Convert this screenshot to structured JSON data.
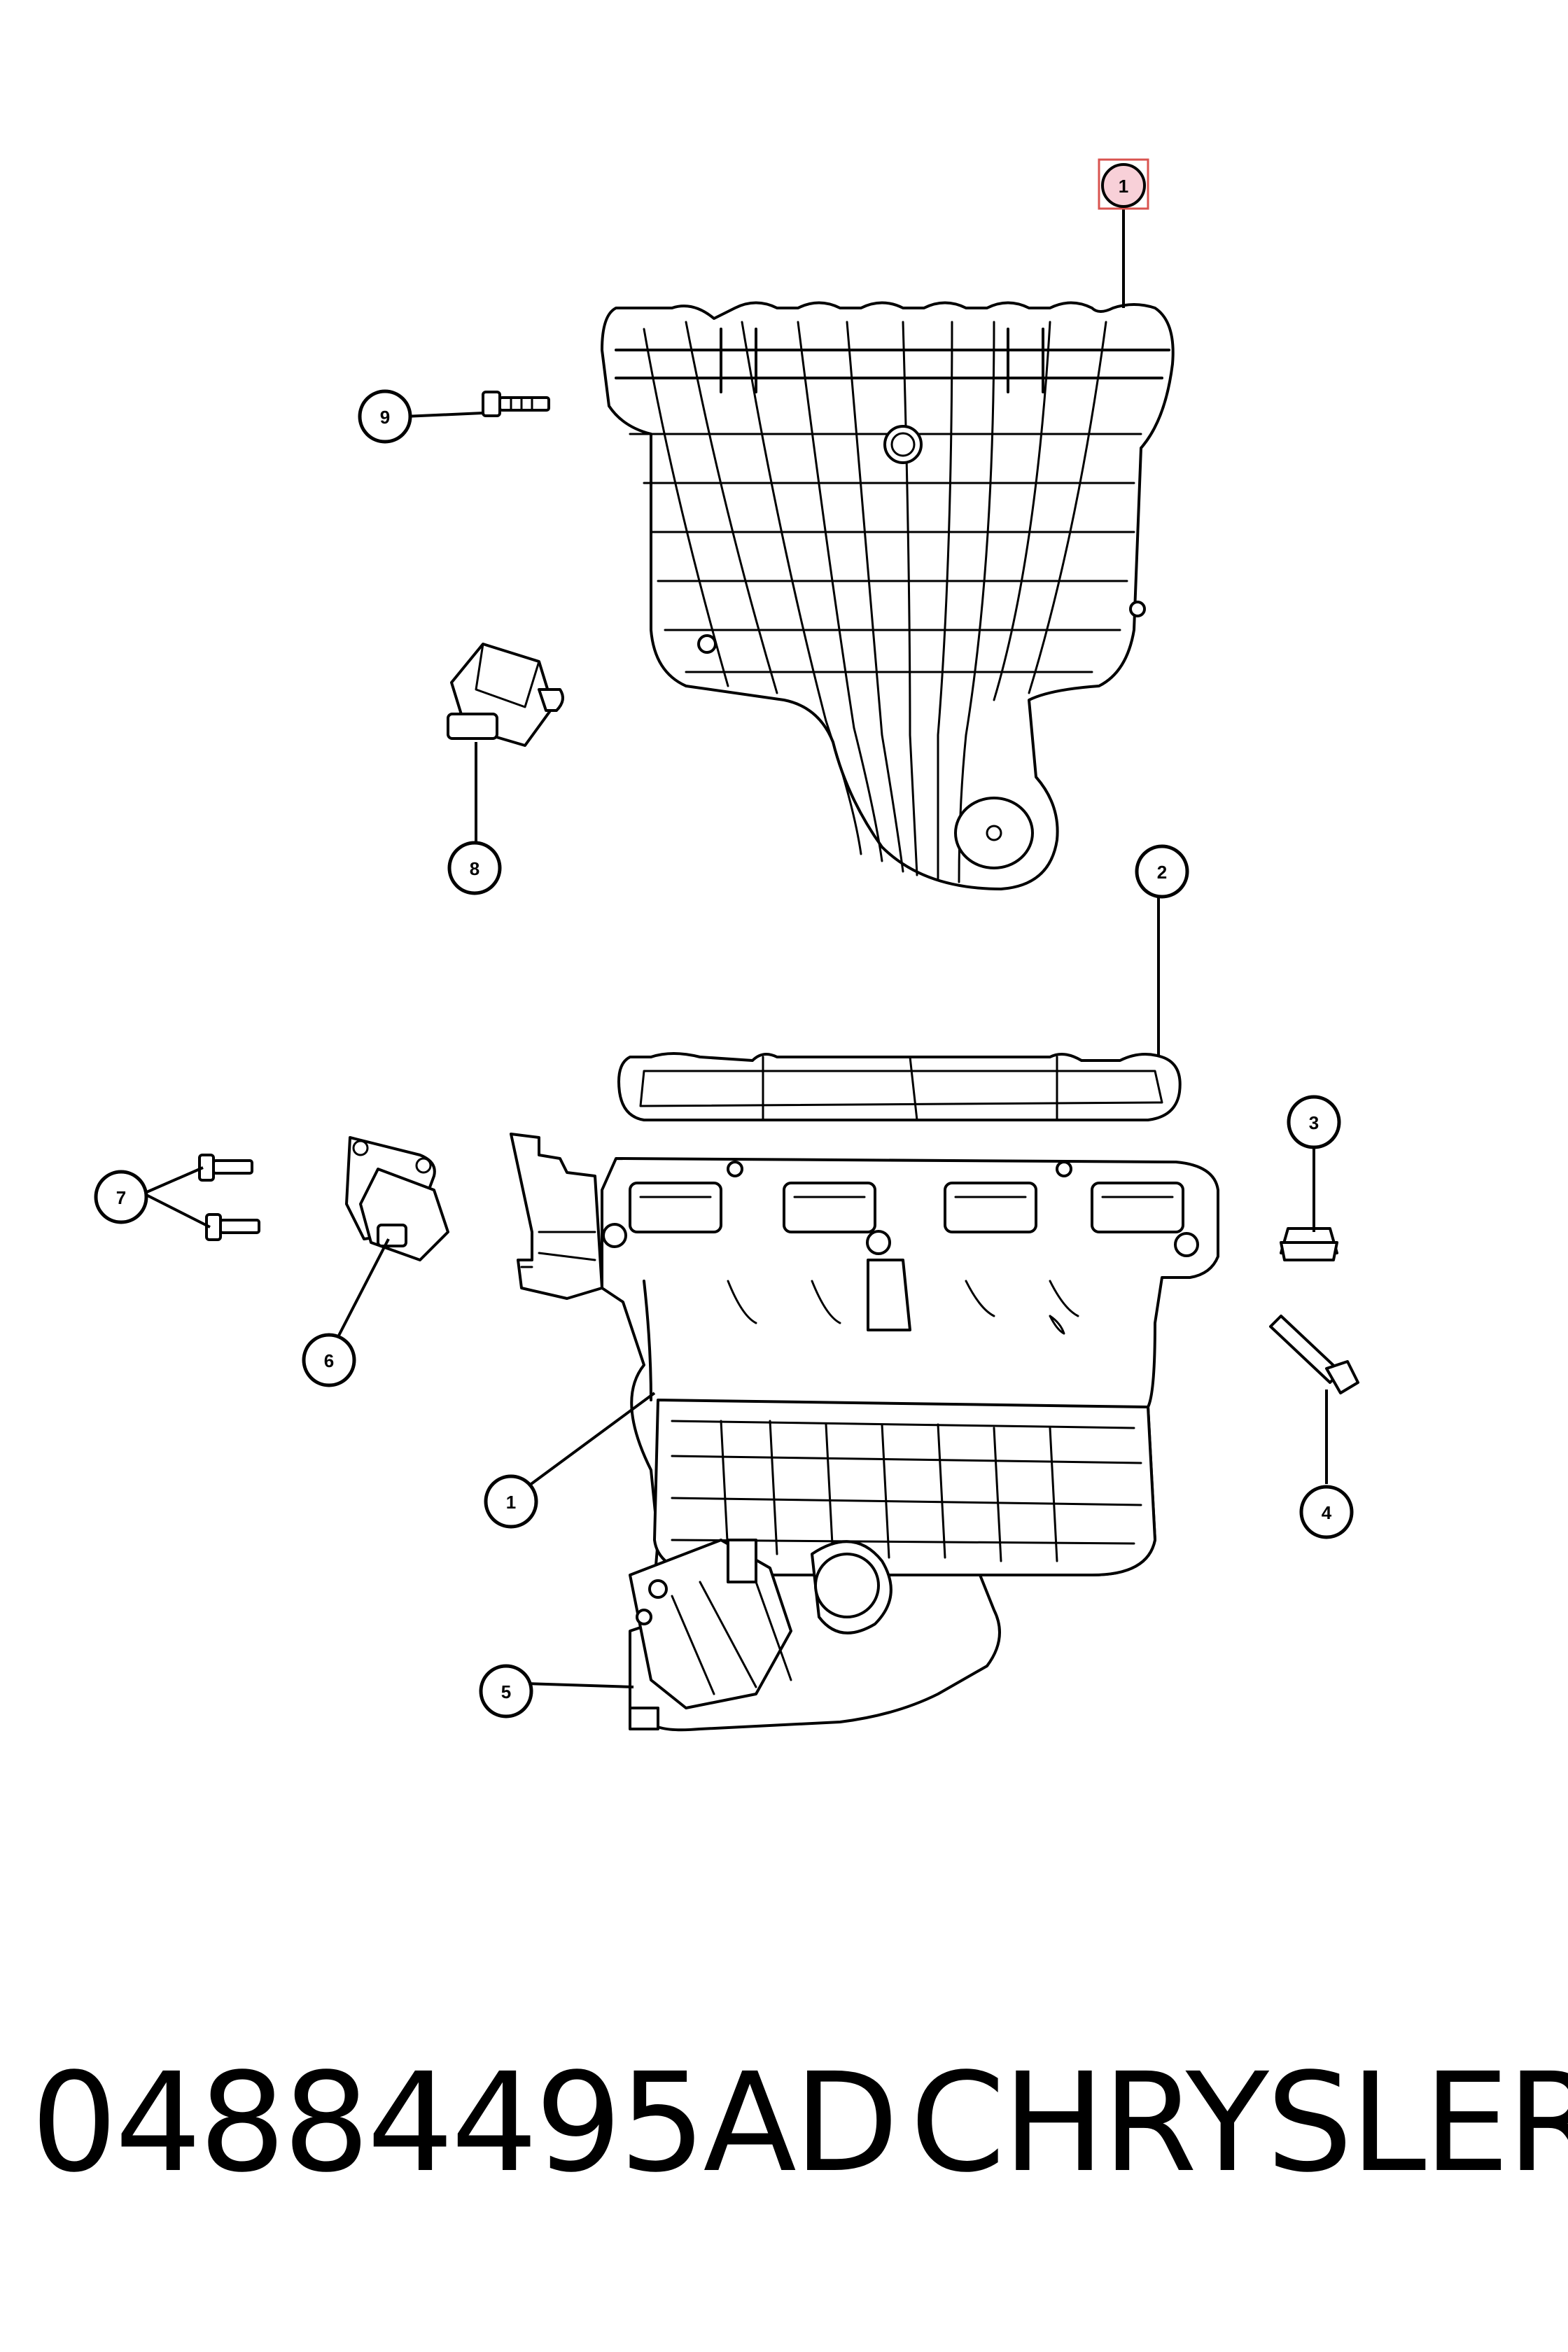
{
  "diagram": {
    "callouts": [
      {
        "id": "1",
        "label": "1",
        "highlighted": true
      },
      {
        "id": "2",
        "label": "2"
      },
      {
        "id": "3",
        "label": "3"
      },
      {
        "id": "4",
        "label": "4"
      },
      {
        "id": "5",
        "label": "5"
      },
      {
        "id": "6",
        "label": "6"
      },
      {
        "id": "7",
        "label": "7"
      },
      {
        "id": "8",
        "label": "8"
      },
      {
        "id": "9",
        "label": "9"
      },
      {
        "id": "1b",
        "label": "1"
      }
    ],
    "highlight_color": "#f8d0d8",
    "highlight_border_color": "#d9534f"
  },
  "caption": {
    "part_number": "04884495AD",
    "brand": "CHRYSLER"
  }
}
